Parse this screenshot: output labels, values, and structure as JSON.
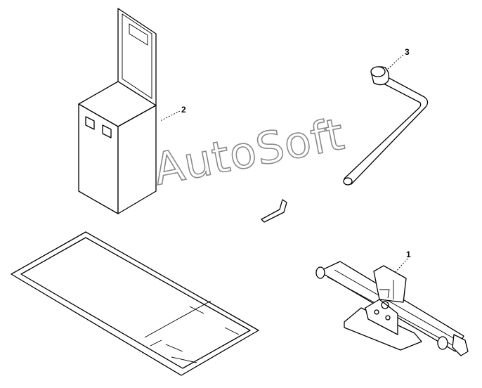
{
  "callouts": {
    "jack": "1",
    "toolbox": "2",
    "wrench": "3"
  },
  "watermark": {
    "text": "AutoSoft"
  },
  "colors": {
    "line": "#000000",
    "background": "#ffffff",
    "watermark_outline": "#8a8a8a"
  }
}
